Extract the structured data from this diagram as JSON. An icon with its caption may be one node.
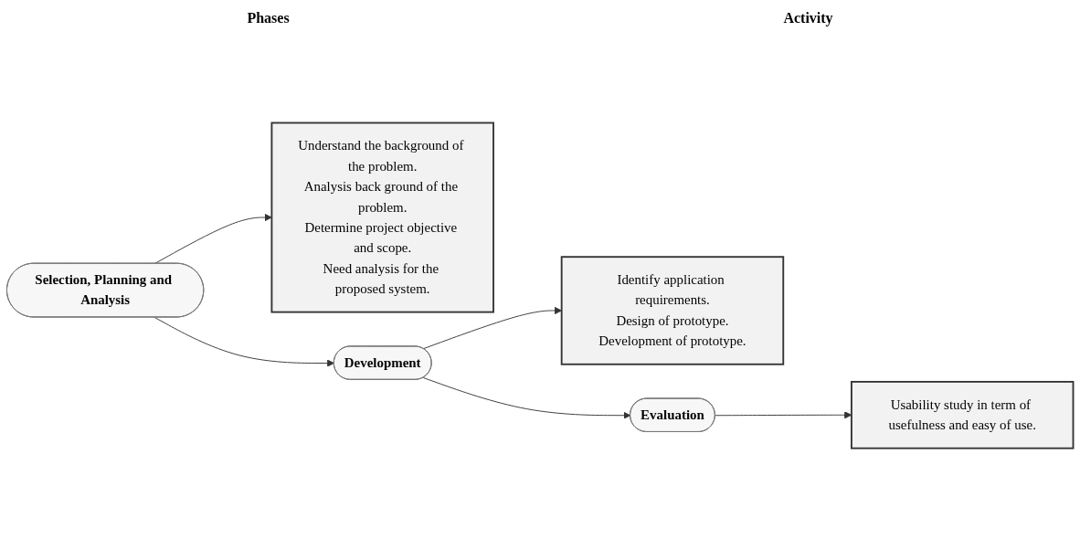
{
  "diagram": {
    "nodes": [
      {
        "text": [
          "Selection, Planning and Analysis"
        ]
      },
      {
        "text": [
          "Understand the background of the problem.",
          "Analysis back ground of the problem.",
          "Determine project objective and scope.",
          "Need analysis for the proposed system."
        ]
      },
      {
        "text": [
          "Development"
        ]
      },
      {
        "text": [
          "Identify application requirements.",
          "Design of prototype.",
          "Development of prototype."
        ]
      },
      {
        "text": [
          "Evaluation"
        ]
      },
      {
        "text": [
          "Usability study in term of usefulness and easy of use."
        ]
      }
    ],
    "edges": [
      {
        "from": 0,
        "to": 1,
        "arrow": "to"
      },
      {
        "from": 0,
        "to": 2,
        "arrow": "to"
      },
      {
        "from": 2,
        "to": 3,
        "arrow": "to"
      },
      {
        "from": 2,
        "to": 4,
        "arrow": "to"
      },
      {
        "from": 4,
        "to": 5,
        "arrow": "to"
      }
    ],
    "labels": [
      "Phases",
      "Activity"
    ]
  }
}
